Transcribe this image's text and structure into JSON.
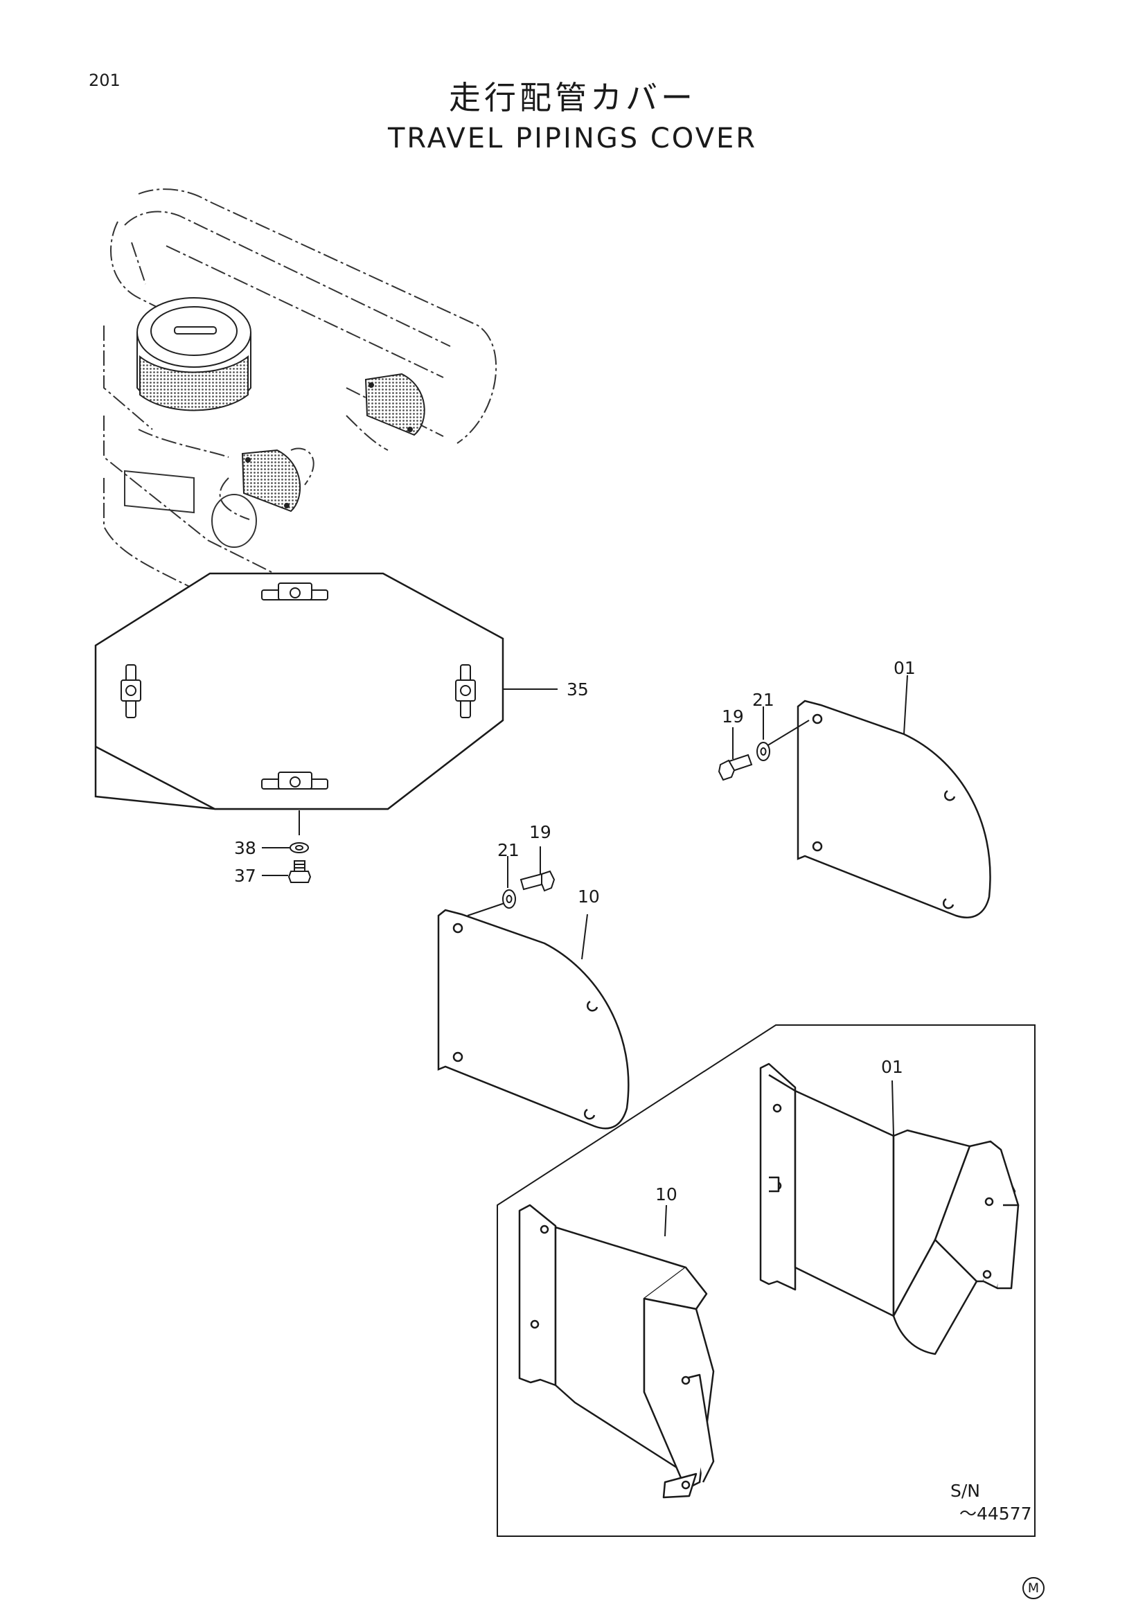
{
  "page_number": "201",
  "title_jp": "走行配管カバー",
  "title_en": "TRAVEL PIPINGS COVER",
  "callouts": {
    "c35": "35",
    "c38": "38",
    "c37": "37",
    "c01_a": "01",
    "c19_a": "19",
    "c21_a": "21",
    "c21_b": "21",
    "c19_b": "19",
    "c10_a": "10",
    "c01_b": "01",
    "c10_b": "10"
  },
  "serial_box": {
    "label": "S/N",
    "range": "～44577"
  },
  "corner_mark": "M"
}
